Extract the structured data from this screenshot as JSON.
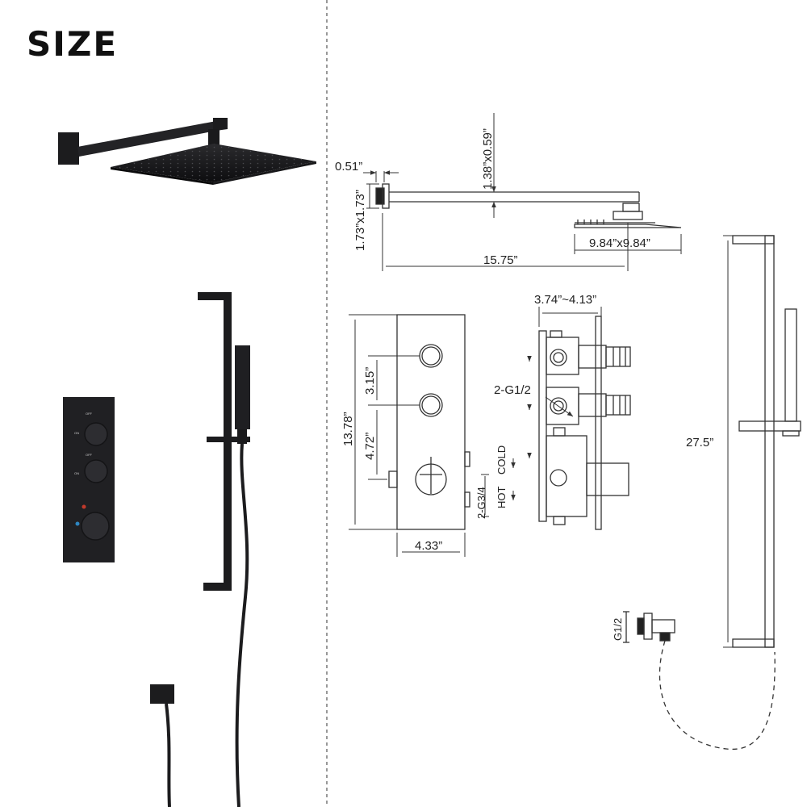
{
  "page": {
    "heading": "SIZE"
  },
  "dimensions": {
    "flange_depth": "0.51”",
    "arm_tube": "1.38”x0.59”",
    "flange_size": "1.73”x1.73”",
    "head_size": "9.84”x9.84”",
    "arm_length": "15.75”",
    "valve_depth": "3.74”~4.13”",
    "outlet_thread": "2-G1/2",
    "valve_height": "13.78”",
    "knob_spacing_1": "3.15”",
    "knob_spacing_2": "4.72”",
    "inlet_thread": "2-G3/4",
    "valve_width": "4.33”",
    "cold_label": "COLD",
    "hot_label": "HOT",
    "slide_bar_length": "27.5”",
    "elbow_thread": "G1/2"
  },
  "product_labels": {
    "knob_1_off": "OFF",
    "knob_1_on": "ON",
    "knob_2_off": "OFF",
    "knob_2_on": "ON"
  },
  "colors": {
    "product_black": "#1c1c1e",
    "drawing_line": "#333333",
    "divider": "#555555"
  }
}
